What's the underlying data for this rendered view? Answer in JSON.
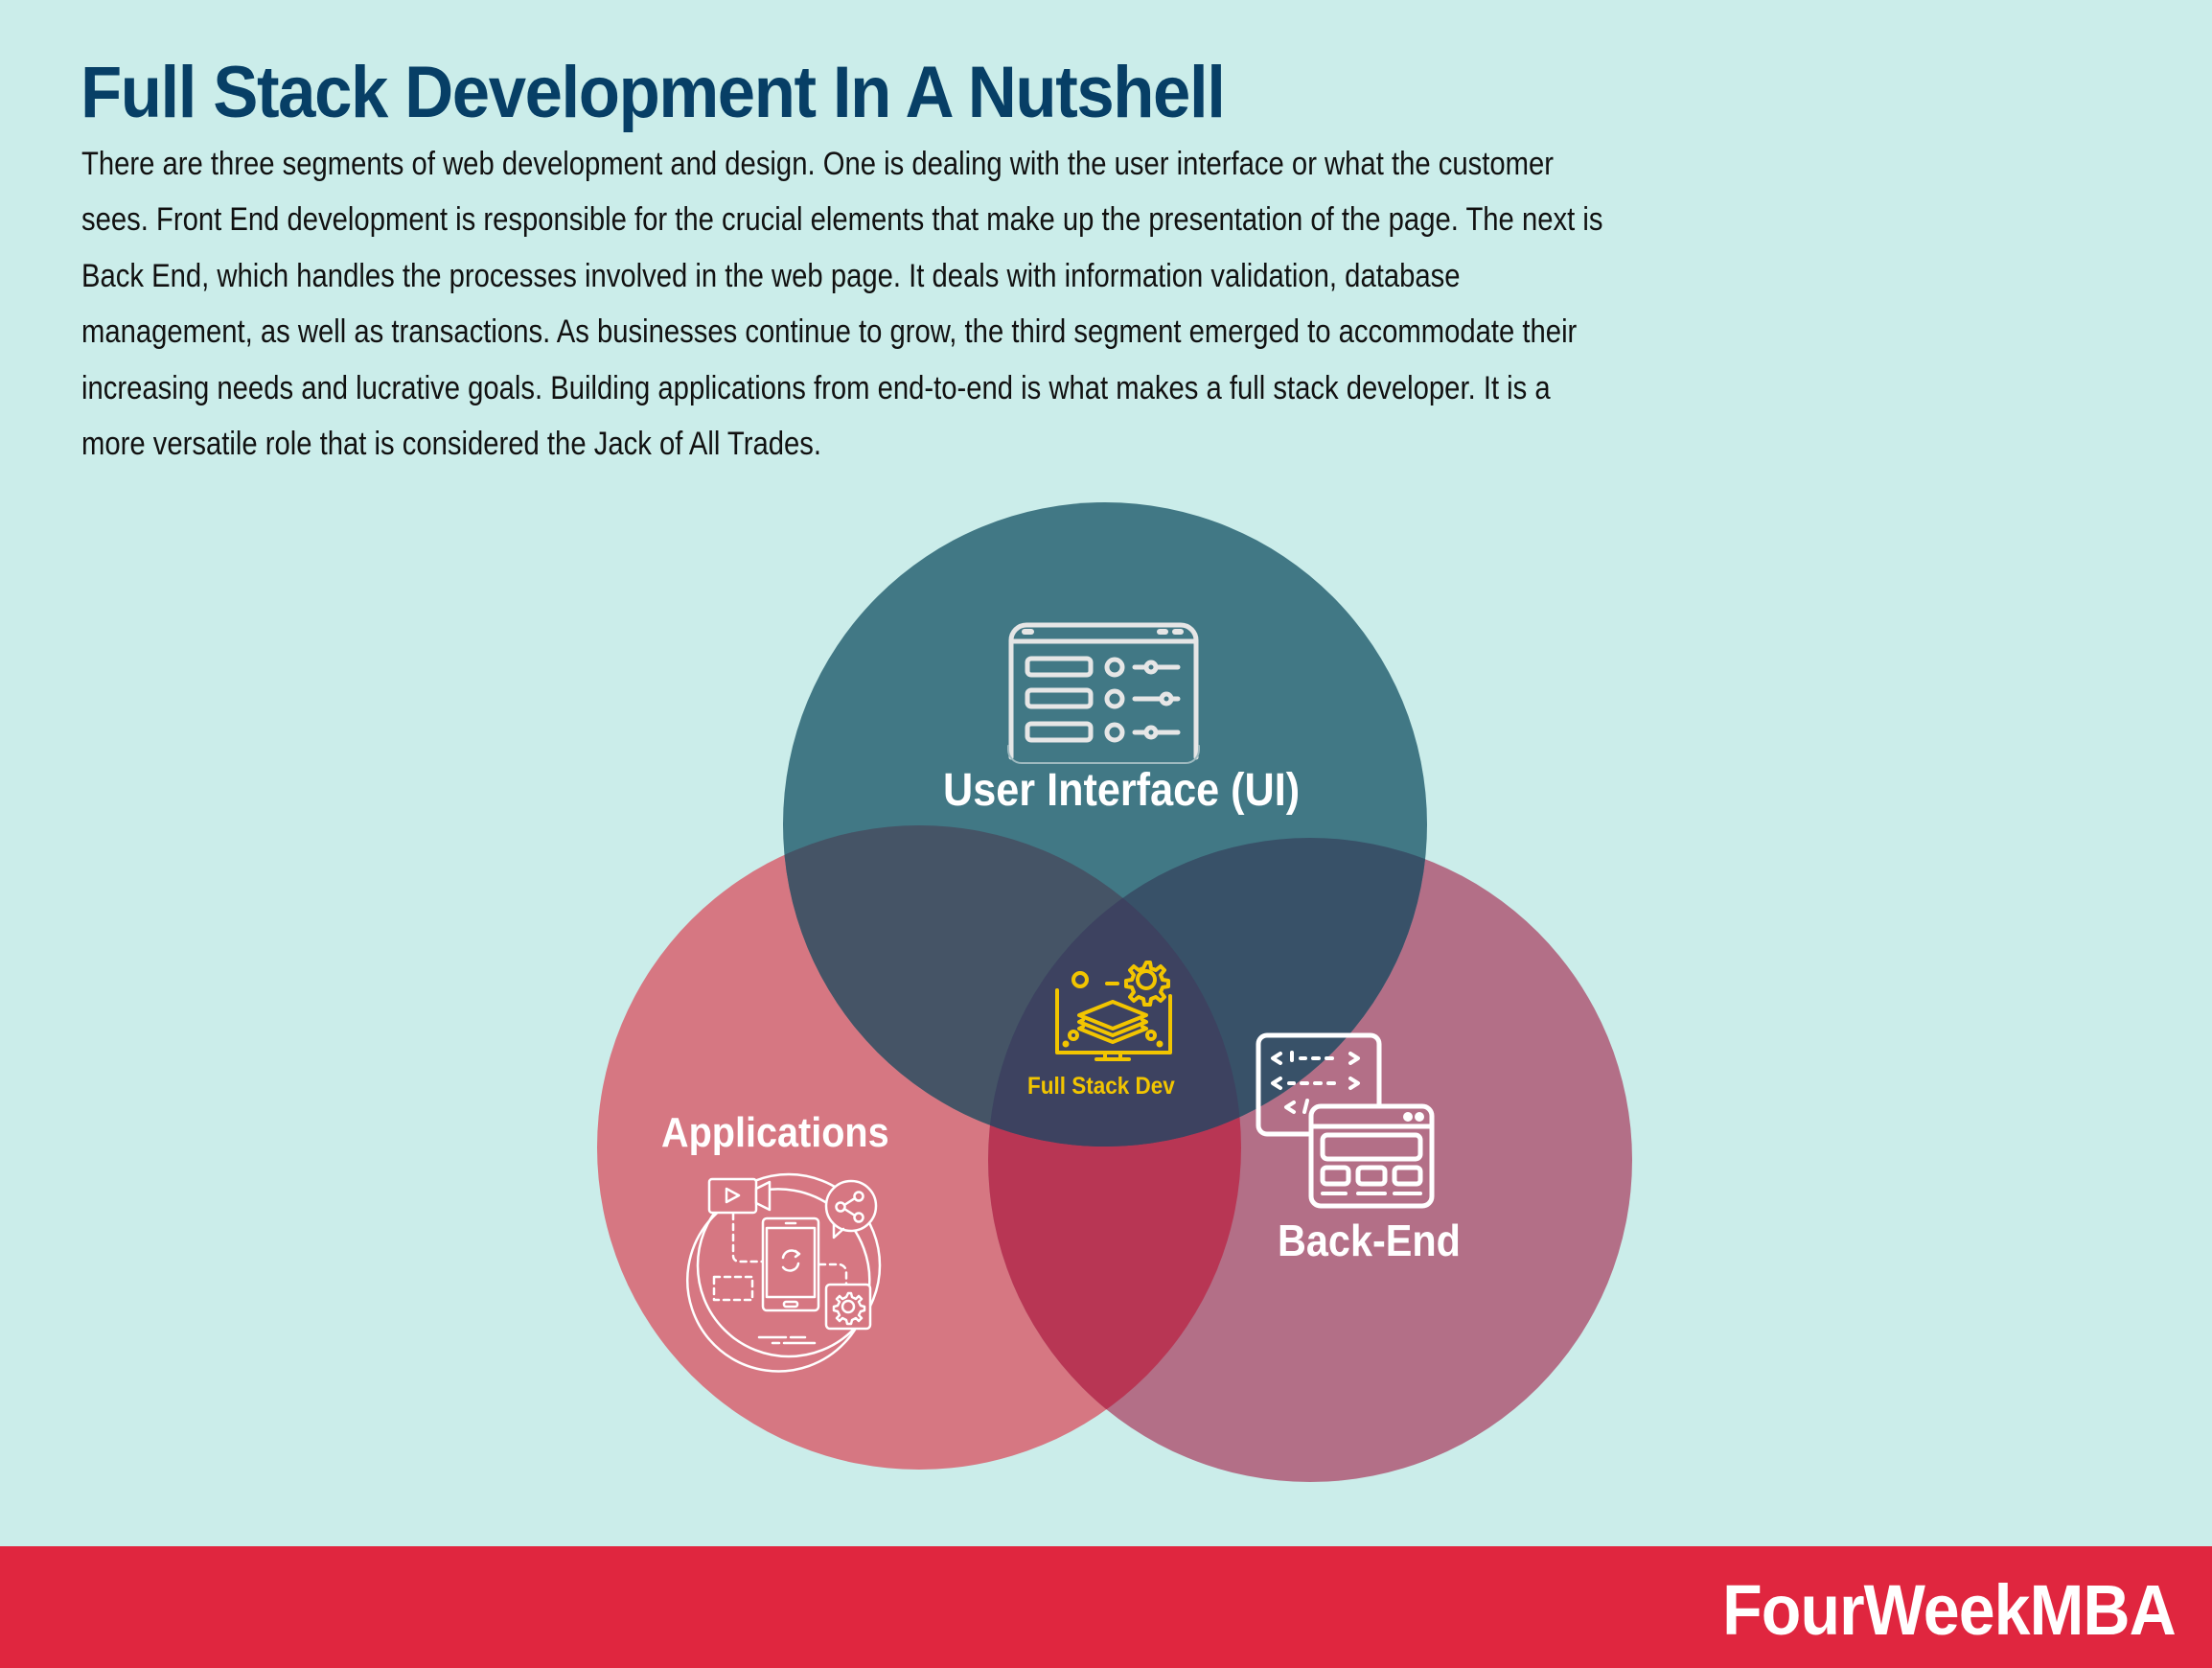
{
  "header": {
    "title": "Full Stack Development In A Nutshell"
  },
  "intro": {
    "lines": [
      "There are three segments of web development and design. One is dealing with the user interface or what the customer",
      "sees. Front End development is responsible for the crucial elements that make up the presentation of the page. The next is",
      "Back End, which handles the processes involved in the web page. It deals with information validation, database",
      "management, as well as transactions. As businesses continue to grow, the third segment emerged to accommodate their",
      "increasing needs and lucrative goals. Building applications from end-to-end is what makes a full stack developer. It is a",
      "more versatile role that is considered the Jack of All Trades."
    ]
  },
  "venn": {
    "circles": [
      {
        "id": "ui",
        "label": "User Interface (UI)",
        "icon": "ui-settings-window-icon",
        "color": "#417885"
      },
      {
        "id": "applications",
        "label": "Applications",
        "icon": "mobile-apps-icon",
        "color": "#D67782"
      },
      {
        "id": "backend",
        "label": "Back-End",
        "icon": "code-window-icon",
        "color": "#B36F87"
      }
    ],
    "center": {
      "label": "Full Stack Dev",
      "icon": "full-stack-monitor-icon",
      "color": "#F2C500"
    },
    "overlap_colors": {
      "ui_applications": "#455466",
      "ui_backend": "#385168",
      "applications_backend": "#B83654",
      "all_three": "#3D4260"
    }
  },
  "colors": {
    "background": "#CBEDEA",
    "title": "#073F66",
    "footer": "#E0263F"
  },
  "footer": {
    "brand": "FourWeekMBA"
  }
}
